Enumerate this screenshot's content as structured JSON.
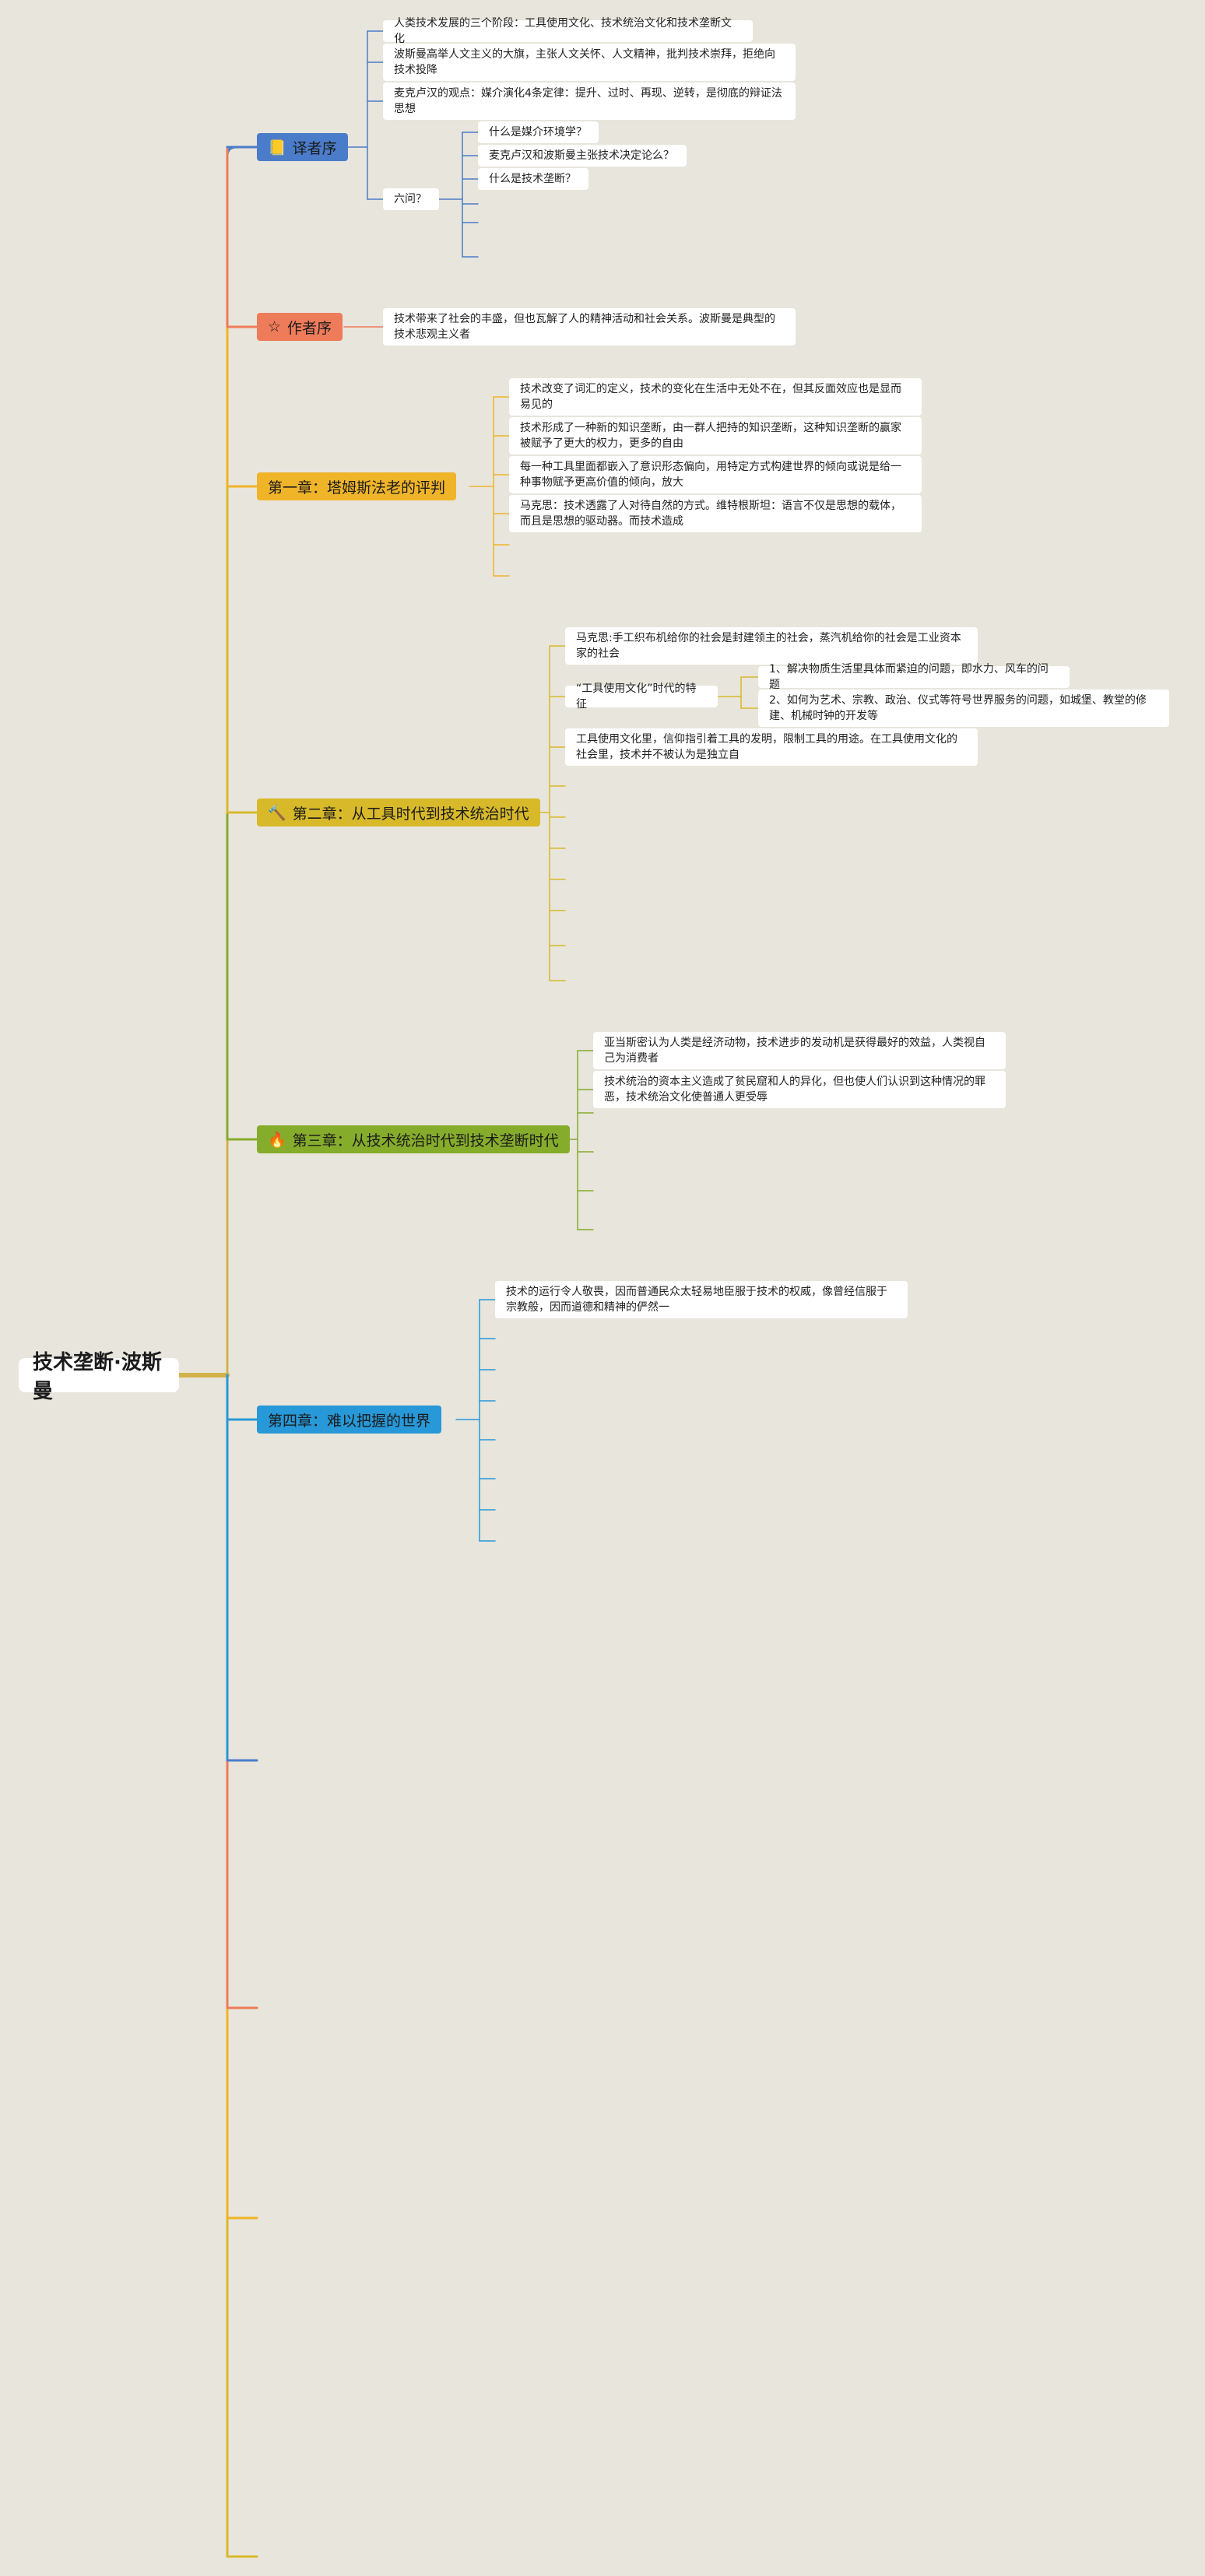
{
  "root": {
    "title": "技术垄断·波斯曼"
  },
  "colors": {
    "root_line": "#d2b24a",
    "b1": "#4a7cc9",
    "b2": "#ee7b59",
    "b3": "#f0b429",
    "b4": "#d8b92a",
    "b5": "#86ac2b",
    "b6": "#2798d8"
  },
  "branches": [
    {
      "label": "译者序",
      "icon": "book-icon",
      "children": [
        {
          "text": "人类技术发展的三个阶段：工具使用文化、技术统治文化和技术垄断文化"
        },
        {
          "text": "波斯曼高举人文主义的大旗，主张人文关怀、人文精神，批判技术崇拜，拒绝向技术投降"
        },
        {
          "text": "麦克卢汉的观点：媒介演化4条定律：提升、过时、再现、逆转，是彻底的辩证法思想"
        },
        {
          "text": "六问？",
          "children": [
            {
              "text": "什么是媒介环境学？"
            },
            {
              "text": "麦克卢汉和波斯曼主张技术决定论么？"
            },
            {
              "text": "什么是技术垄断？"
            }
          ]
        }
      ]
    },
    {
      "label": "作者序",
      "icon": "star-icon",
      "children": [
        {
          "text": "技术带来了社会的丰盛，但也瓦解了人的精神活动和社会关系。波斯曼是典型的技术悲观主义者"
        }
      ]
    },
    {
      "label": "第一章：塔姆斯法老的评判",
      "children": [
        {
          "text": "技术改变了词汇的定义，技术的变化在生活中无处不在，但其反面效应也是显而易见的"
        },
        {
          "text": "技术形成了一种新的知识垄断，由一群人把持的知识垄断，这种知识垄断的赢家被赋予了更大的权力，更多的自由"
        },
        {
          "text": "每一种工具里面都嵌入了意识形态偏向，用特定方式构建世界的倾向或说是给一种事物赋予更高价值的倾向，放大"
        },
        {
          "text": "马克思：技术透露了人对待自然的方式。维特根斯坦：语言不仅是思想的载体，而且是思想的驱动器。而技术造成"
        }
      ]
    },
    {
      "label": "第二章：从工具时代到技术统治时代",
      "icon": "hammer-icon",
      "children": [
        {
          "text": "马克思:手工织布机给你的社会是封建领主的社会，蒸汽机给你的社会是工业资本家的社会"
        },
        {
          "text": "“工具使用文化”时代的特征",
          "children": [
            {
              "text": "1、解决物质生活里具体而紧迫的问题，即水力、风车的问题"
            },
            {
              "text": "2、如何为艺术、宗教、政治、仪式等符号世界服务的问题，如城堡、教堂的修建、机械时钟的开发等"
            }
          ]
        },
        {
          "text": "工具使用文化里，信仰指引着工具的发明，限制工具的用途。在工具使用文化的社会里，技术并不被认为是独立自"
        }
      ]
    },
    {
      "label": "第三章：从技术统治时代到技术垄断时代",
      "icon": "fire-icon",
      "children": [
        {
          "text": "亚当斯密认为人类是经济动物，技术进步的发动机是获得最好的效益，人类视自己为消费者"
        },
        {
          "text": "技术统治的资本主义造成了贫民窟和人的异化，但也使人们认识到这种情况的罪恶，技术统治文化使普通人更受辱"
        }
      ]
    },
    {
      "label": "第四章：难以把握的世界",
      "children": [
        {
          "text": "技术的运行令人敬畏，因而普通民众太轻易地臣服于技术的权威，像曾经信服于宗教般，因而道德和精神的俨然一"
        }
      ]
    }
  ]
}
